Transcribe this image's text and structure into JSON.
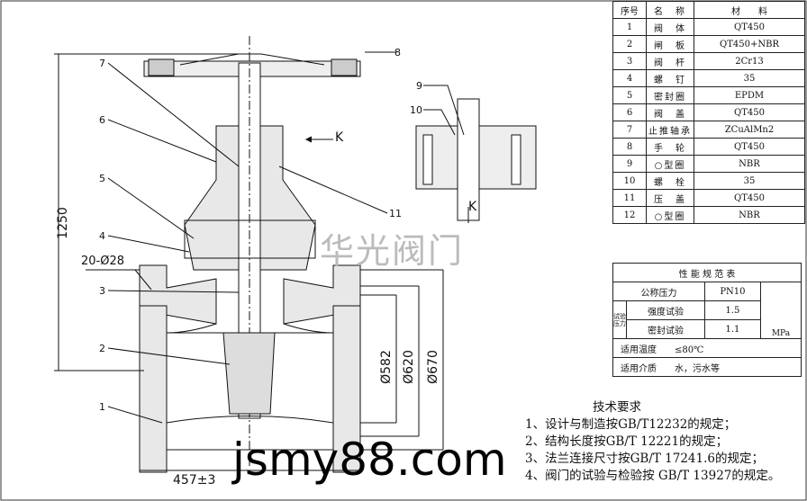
{
  "parts_table": {
    "headers": [
      "序号",
      "名　称",
      "材　　料"
    ],
    "rows": [
      [
        "1",
        "阀　体",
        "QT450"
      ],
      [
        "2",
        "闸　板",
        "QT450+NBR"
      ],
      [
        "3",
        "阀　杆",
        "2Cr13"
      ],
      [
        "4",
        "螺　钉",
        "35"
      ],
      [
        "5",
        "密封圈",
        "EPDM"
      ],
      [
        "6",
        "阀　盖",
        "QT450"
      ],
      [
        "7",
        "止推轴承",
        "ZCuAlMn2"
      ],
      [
        "8",
        "手　轮",
        "QT450"
      ],
      [
        "9",
        "○型圈",
        "NBR"
      ],
      [
        "10",
        "螺　栓",
        "35"
      ],
      [
        "11",
        "压　盖",
        "QT450"
      ],
      [
        "12",
        "○型圈",
        "NBR"
      ]
    ]
  },
  "perf_table": {
    "title": "性 能 规 范 表",
    "nominal_label": "公称压力",
    "nominal_value": "PN10",
    "test_label": "试验压力",
    "strength_label": "强度试验",
    "strength_value": "1.5",
    "seal_label": "密封试验",
    "seal_value": "1.1",
    "unit": "MPa",
    "temp_label": "适用温度",
    "temp_value": "≤80℃",
    "medium_label": "适用介质",
    "medium_value": "水，污水等"
  },
  "requirements": {
    "title": "技术要求",
    "items": [
      "1、设计与制造按GB/T12232的规定；",
      "2、结构长度按GB/T 12221的规定；",
      "3、法兰连接尺寸按GB/T 17241.6的规定；",
      "4、阀门的试验与检验按 GB/T 13927的规定。"
    ]
  },
  "dimensions": {
    "height": "1250",
    "holes": "20-Ø28",
    "d1": "Ø582",
    "d2": "Ø620",
    "d3": "Ø670",
    "length": "457±3",
    "view": "K",
    "view2": "K"
  },
  "balloons": [
    "1",
    "2",
    "3",
    "4",
    "5",
    "6",
    "7",
    "8",
    "9",
    "10",
    "11"
  ],
  "watermarks": {
    "brand": "华光阀门",
    "site": "jsmy88.com"
  }
}
